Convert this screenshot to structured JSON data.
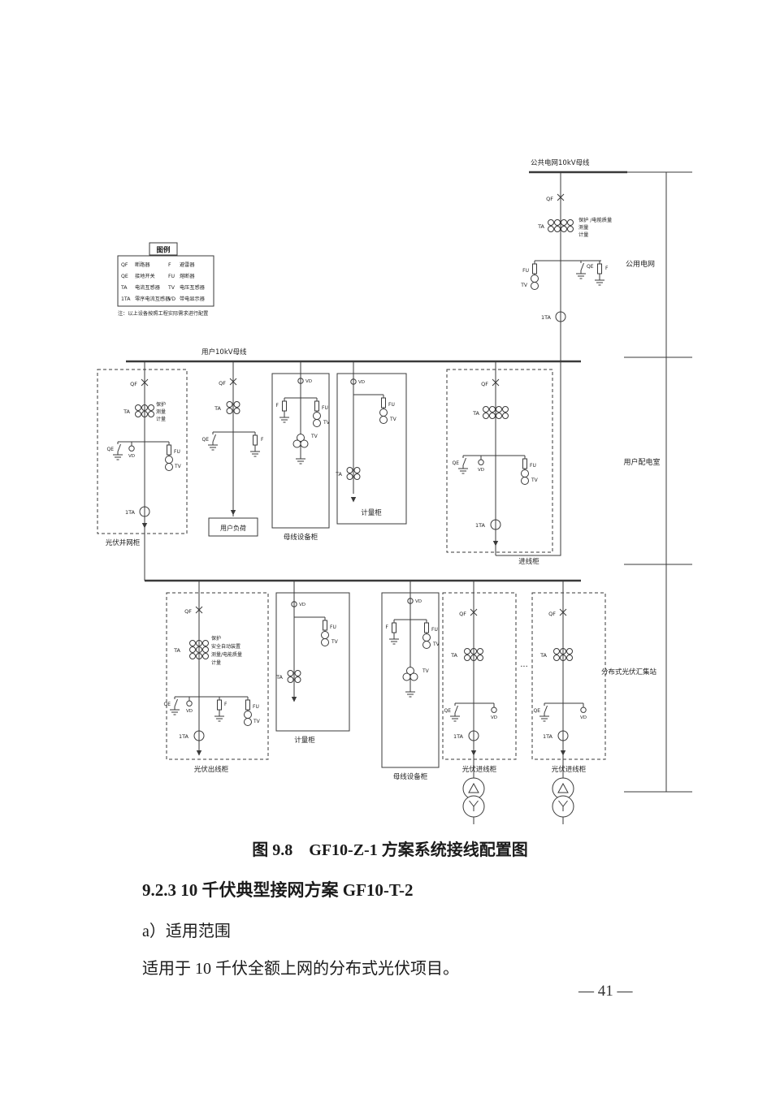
{
  "document": {
    "figure_caption": "图 9.8　GF10-Z-1 方案系统接线配置图",
    "section_heading": "9.2.3 10 千伏典型接网方案 GF10-T-2",
    "item_label": "a）适用范围",
    "paragraph": "适用于 10 千伏全额上网的分布式光伏项目。",
    "page_number": "— 41 —"
  },
  "diagram": {
    "bus": {
      "public": "公共电网10kV母线",
      "user": "用户10kV母线"
    },
    "sections": {
      "public": "公用电网",
      "user": "用户配电室",
      "pv": "分布式光伏汇集站"
    },
    "cabinets": {
      "pv_tie": "光伏并网柜",
      "user_load": "用户负荷",
      "bus_equipment": "母线设备柜",
      "metering": "计量柜",
      "incoming": "进线柜",
      "pv_outgoing": "光伏出线柜",
      "pv_incoming": "光伏进线柜"
    },
    "devices": {
      "qf": "QF",
      "qe": "QE",
      "ta": "TA",
      "ta0": "1TA",
      "f": "F",
      "fu": "FU",
      "tv": "TV",
      "vd": "VD"
    },
    "annotations": {
      "grid_ct": [
        "保护 /电能质量",
        "测量",
        "计量"
      ],
      "std_ct": [
        "保护",
        "测量",
        "计量"
      ],
      "pv_out_ct": [
        "保护",
        "安全自动装置",
        "测量/电能质量",
        "计量"
      ]
    },
    "ellipsis": "...",
    "legend": {
      "title": "图例",
      "rows": [
        {
          "s1": "QF",
          "l1": "断路器",
          "s2": "F",
          "l2": "避雷器"
        },
        {
          "s1": "QE",
          "l1": "接地开关",
          "s2": "FU",
          "l2": "熔断器"
        },
        {
          "s1": "TA",
          "l1": "电流互感器",
          "s2": "TV",
          "l2": "电压互感器"
        },
        {
          "s1": "1TA",
          "l1": "零序电流互感器",
          "s2": "VD",
          "l2": "带电显示器"
        }
      ],
      "note": "注：以上设备按照工程实际需求进行配置"
    }
  }
}
